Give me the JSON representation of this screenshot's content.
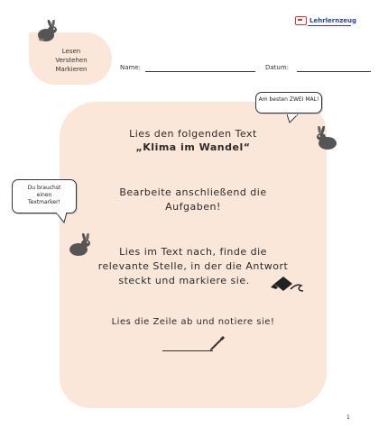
{
  "brand": {
    "name": "Lehrlernzeug"
  },
  "corner": {
    "lines": [
      "Lesen",
      "Verstehen",
      "Markieren"
    ]
  },
  "fields": {
    "name_label": "Name:",
    "date_label": "Datum:"
  },
  "card": {
    "line1": "Lies den folgenden Text",
    "line2": "„Klima im Wandel“",
    "line3": "Bearbeite anschließend die",
    "line4": "Aufgaben!",
    "line5": "Lies im Text nach, finde die",
    "line6": "relevante Stelle, in der die Antwort",
    "line7": "steckt und markiere sie.",
    "line8": "Lies die Zeile ab und notiere sie!"
  },
  "bubbles": {
    "right": "Am besten ZWEI MAL!",
    "left": "Du brauchst einen Textmarker!"
  },
  "page_number": "1",
  "icons": [
    "rabbit-icon",
    "highlighter-icon",
    "pen-icon",
    "logo-icon"
  ],
  "colors": {
    "card_bg": "#fbe6da",
    "brand_text": "#2a3fb0",
    "brand_logo": "#d33333"
  }
}
